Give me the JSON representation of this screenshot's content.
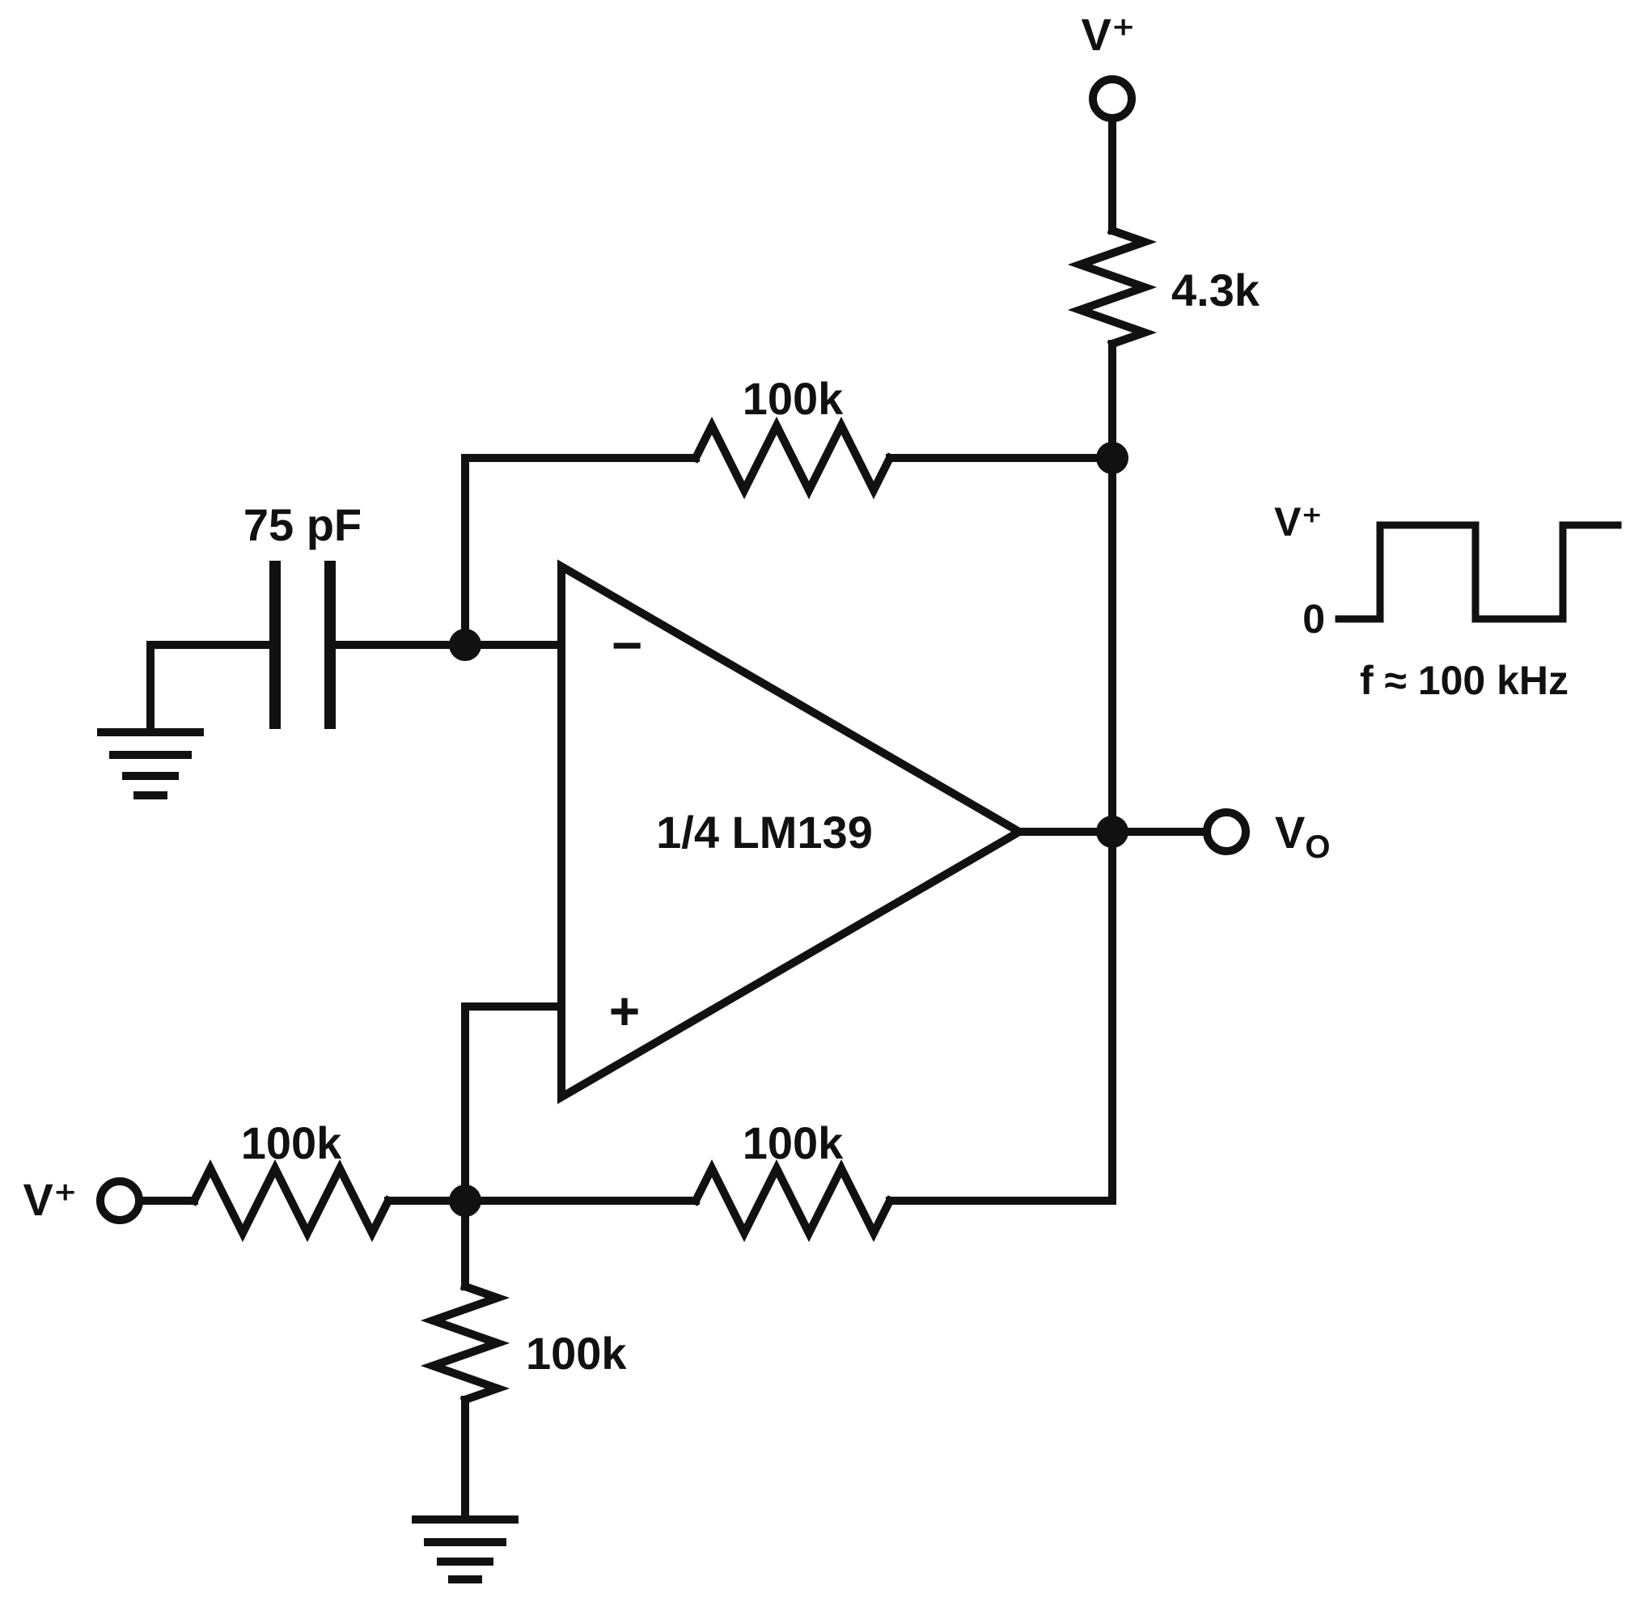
{
  "figure": {
    "kind": "circuit-schematic"
  },
  "colors": {
    "line": "#111111",
    "background": "#ffffff"
  },
  "power": {
    "vplus_top": "V⁺",
    "vplus_left": "V⁺"
  },
  "resistors": {
    "pullup": "4.3k",
    "feedback_top": "100k",
    "input_left": "100k",
    "feedback_bottom": "100k",
    "to_ground": "100k"
  },
  "capacitor": {
    "value": "75 pF"
  },
  "comparator": {
    "label": "1/4 LM139",
    "inverting": "−",
    "noninverting": "+"
  },
  "output": {
    "base": "V",
    "sub": "O"
  },
  "waveform": {
    "high": "V⁺",
    "low": "0",
    "frequency": "f ≈ 100 kHz"
  }
}
